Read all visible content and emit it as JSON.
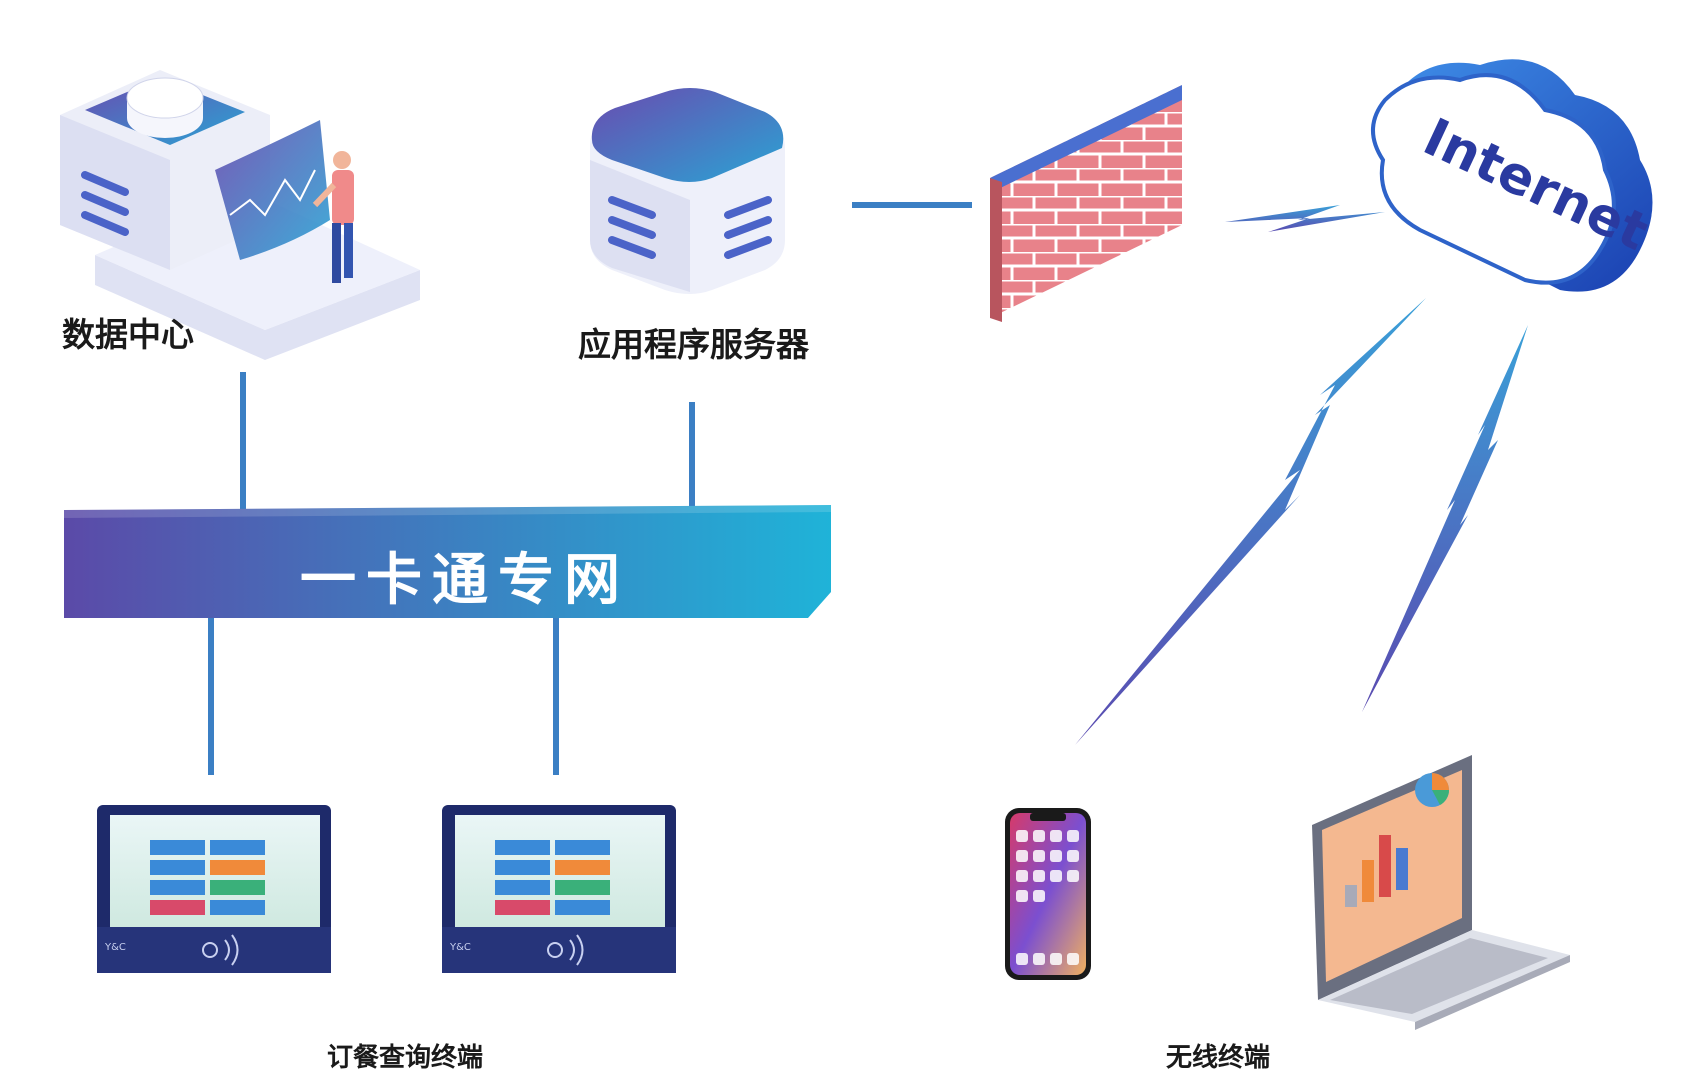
{
  "nodes": {
    "datacenter": {
      "label": "数据中心"
    },
    "app_server": {
      "label": "应用程序服务器"
    },
    "private_network": {
      "label": "一卡通专网"
    },
    "internet": {
      "label": "Internet"
    },
    "ordering_terminals": {
      "label": "订餐查询终端",
      "device_brand": "Y&C"
    },
    "wireless_terminals": {
      "label": "无线终端"
    }
  },
  "colors": {
    "line": "#3b7fc4",
    "banner_start": "#5b4aa8",
    "banner_end": "#1fb3d8",
    "firewall_brick": "#e0727a",
    "cloud_blue": "#2e63c9",
    "lightning": "#3a7fd0"
  },
  "icons": [
    "datacenter-icon",
    "server-icon",
    "firewall-icon",
    "cloud-icon",
    "kiosk-icon",
    "phone-icon",
    "laptop-icon",
    "lightning-icon"
  ]
}
